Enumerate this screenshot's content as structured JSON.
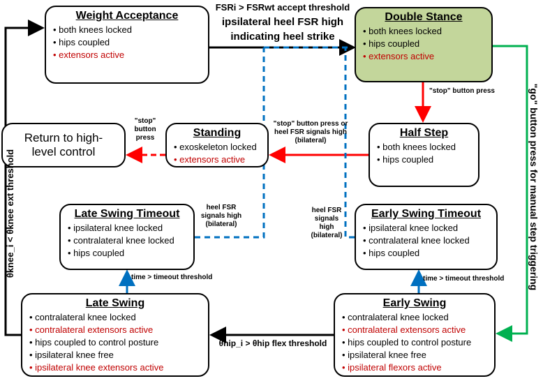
{
  "states": {
    "weight_acceptance": {
      "title": "Weight Acceptance",
      "items": [
        "both knees locked",
        "hips coupled",
        "extensors active"
      ]
    },
    "double_stance": {
      "title": "Double Stance",
      "items": [
        "both knees locked",
        "hips coupled",
        "extensors active"
      ]
    },
    "half_step": {
      "title": "Half Step",
      "items": [
        "both knees locked",
        "hips coupled"
      ]
    },
    "standing": {
      "title": "Standing",
      "items": [
        "exoskeleton locked",
        "extensors active"
      ]
    },
    "return": {
      "title": "Return to high-level control"
    },
    "late_swing_timeout": {
      "title": "Late Swing Timeout",
      "items": [
        "ipsilateral knee locked",
        "contralateral knee locked",
        "hips coupled"
      ]
    },
    "early_swing_timeout": {
      "title": "Early Swing Timeout",
      "items": [
        "ipsilateral knee locked",
        "contralateral knee locked",
        "hips coupled"
      ]
    },
    "late_swing": {
      "title": "Late Swing",
      "items": [
        "contralateral knee locked",
        "contralateral extensors active",
        "hips coupled to control posture",
        "ipsilateral knee free",
        "ipsilateral knee extensors active"
      ]
    },
    "early_swing": {
      "title": "Early Swing",
      "items": [
        "contralateral knee locked",
        "contralateral extensors active",
        "hips coupled to control posture",
        "ipsilateral knee free",
        "ipsilateral flexors active"
      ]
    }
  },
  "transitions": {
    "heel_strike_1": "FSRi > FSRwt accept threshold",
    "heel_strike_2": "ipsilateral heel FSR high",
    "heel_strike_3": "indicating heel strike",
    "stop_half": "\"stop\" button press",
    "stop_standing": "\"stop\" button press or heel FSR signals high (bilateral)",
    "stop_return": "\"stop\" button press",
    "heel_late": "heel FSR signals high (bilateral)",
    "heel_early": "heel FSR signals high (bilateral)",
    "timeout_late": "time > timeout threshold",
    "timeout_early": "time > timeout threshold",
    "hip_flex": "θhip_i > θhip flex threshold",
    "knee_ext": "θknee_i < θknee ext threshold",
    "go": "\"go\" button press for manual step triggering"
  },
  "colors": {
    "double_stance_fill": "#c3d69b",
    "red": "#ff0000",
    "blue": "#0070c0",
    "green": "#00b050"
  }
}
